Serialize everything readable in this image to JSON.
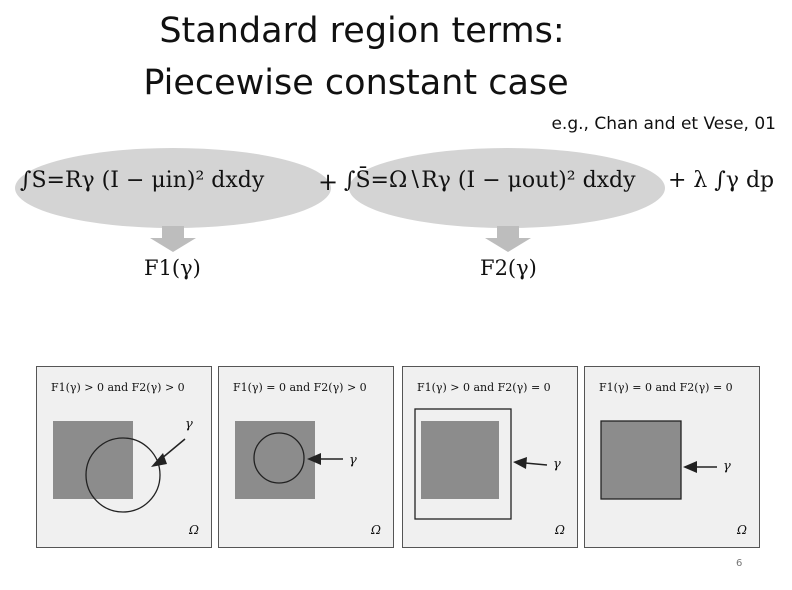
{
  "title": {
    "line1": "Standard region terms:",
    "line2": "Piecewise constant case"
  },
  "citation": "e.g., Chan and et Vese, 01",
  "equation": {
    "term1": "∫S=Rγ (I − μin)² dxdy",
    "plus": "+",
    "term2": "∫S̄=Ω∖Rγ (I − μout)² dxdy",
    "term3": "+ λ ∫γ dp"
  },
  "labels": {
    "f1": "F1(γ)",
    "f2": "F2(γ)"
  },
  "panels": [
    {
      "caption": "F1(γ) > 0 and F2(γ) > 0",
      "gamma": "γ",
      "omega": "Ω"
    },
    {
      "caption": "F1(γ) = 0 and F2(γ) > 0",
      "gamma": "γ",
      "omega": "Ω"
    },
    {
      "caption": "F1(γ) > 0 and F2(γ) = 0",
      "gamma": "γ",
      "omega": "Ω"
    },
    {
      "caption": "F1(γ) = 0 and F2(γ) = 0",
      "gamma": "γ",
      "omega": "Ω"
    }
  ],
  "page_number": "6"
}
